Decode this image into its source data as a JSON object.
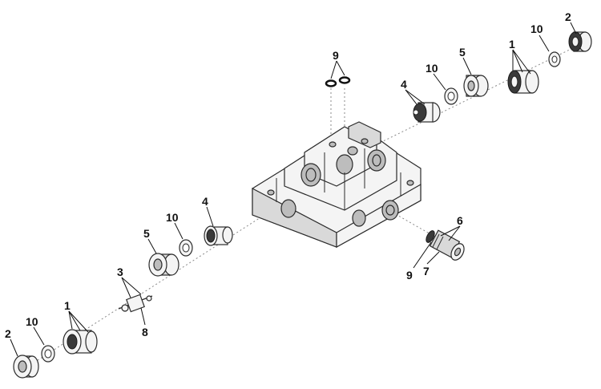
{
  "labels": {
    "l1_top": "1",
    "l1_bottom": "1",
    "l2_top": "2",
    "l2_bottom": "2",
    "l3": "3",
    "l4_top": "4",
    "l4_mid": "4",
    "l5_top": "5",
    "l5_mid": "5",
    "l6": "6",
    "l7": "7",
    "l8": "8",
    "l9_top": "9",
    "l9_bottom": "9",
    "l10_top_a": "10",
    "l10_top_b": "10",
    "l10_mid": "10",
    "l10_bottom": "10"
  }
}
